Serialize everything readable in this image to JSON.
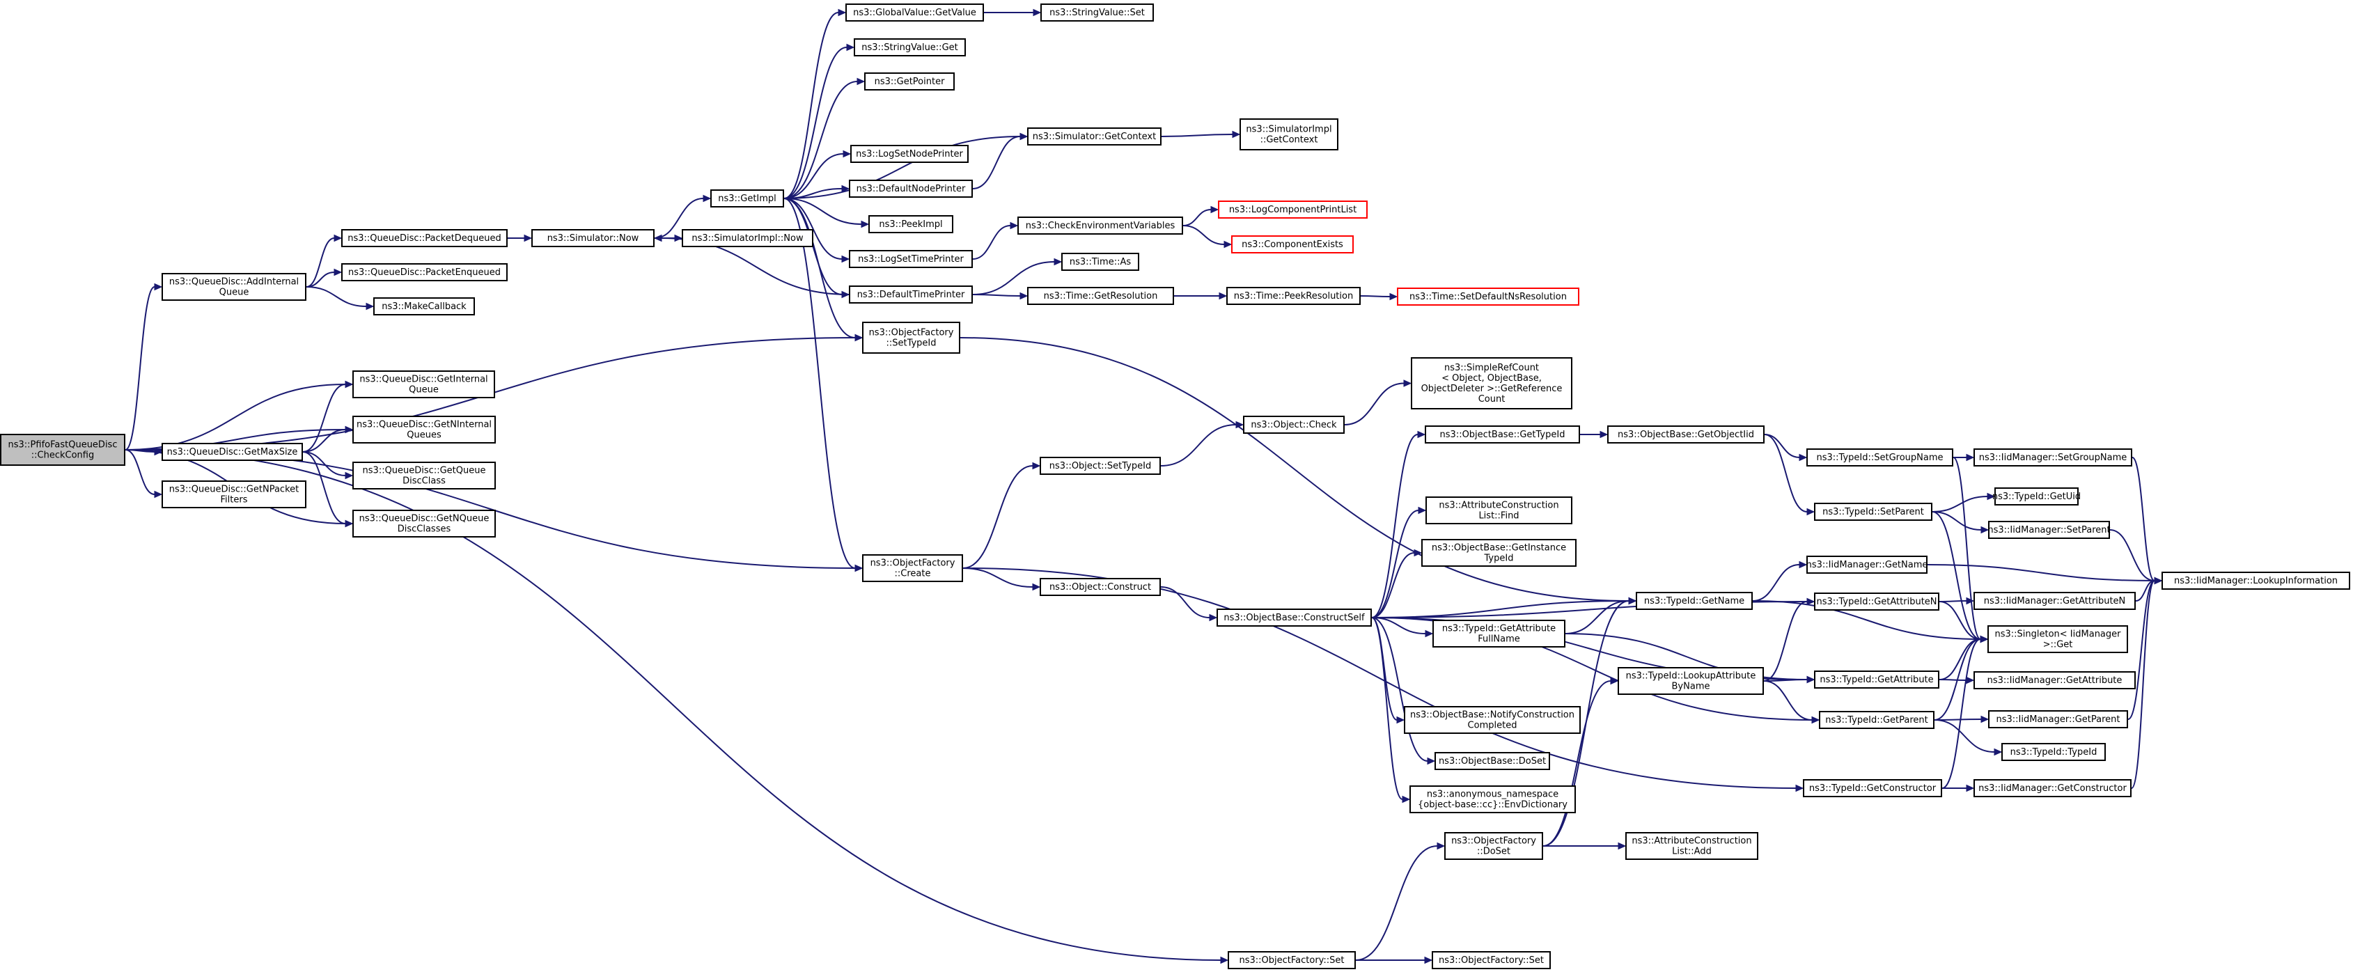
{
  "diagram": {
    "edge_color": "#191970",
    "node_border_color": "#000000",
    "missing_node_border_color": "#ff0000",
    "root_fill_color": "#bfbfbf",
    "nodes": [
      {
        "id": "n0",
        "lines": [
          "ns3::PfifoFastQueueDisc",
          "::CheckConfig"
        ],
        "style": "root"
      },
      {
        "id": "n1",
        "lines": [
          "ns3::QueueDisc::AddInternal",
          "Queue"
        ]
      },
      {
        "id": "n2",
        "lines": [
          "ns3::QueueDisc::PacketDequeued"
        ]
      },
      {
        "id": "n3",
        "lines": [
          "ns3::Simulator::Now"
        ]
      },
      {
        "id": "n4",
        "lines": [
          "ns3::GetImpl"
        ]
      },
      {
        "id": "n5",
        "lines": [
          "ns3::GlobalValue::GetValue"
        ]
      },
      {
        "id": "n6",
        "lines": [
          "ns3::StringValue::Set"
        ]
      },
      {
        "id": "n7",
        "lines": [
          "ns3::StringValue::Get"
        ]
      },
      {
        "id": "n8",
        "lines": [
          "ns3::GetPointer"
        ]
      },
      {
        "id": "n9",
        "lines": [
          "ns3::Simulator::GetContext"
        ]
      },
      {
        "id": "n10",
        "lines": [
          "ns3::SimulatorImpl",
          "::GetContext"
        ]
      },
      {
        "id": "n11",
        "lines": [
          "ns3::LogSetNodePrinter"
        ]
      },
      {
        "id": "n12",
        "lines": [
          "ns3::DefaultNodePrinter"
        ]
      },
      {
        "id": "n13",
        "lines": [
          "ns3::PeekImpl"
        ]
      },
      {
        "id": "n14",
        "lines": [
          "ns3::LogSetTimePrinter"
        ]
      },
      {
        "id": "n15",
        "lines": [
          "ns3::CheckEnvironmentVariables"
        ]
      },
      {
        "id": "n16",
        "lines": [
          "ns3::LogComponentPrintList"
        ],
        "style": "red"
      },
      {
        "id": "n17",
        "lines": [
          "ns3::ComponentExists"
        ],
        "style": "red"
      },
      {
        "id": "n18",
        "lines": [
          "ns3::DefaultTimePrinter"
        ]
      },
      {
        "id": "n19",
        "lines": [
          "ns3::Time::As"
        ]
      },
      {
        "id": "n20",
        "lines": [
          "ns3::Time::GetResolution"
        ]
      },
      {
        "id": "n21",
        "lines": [
          "ns3::Time::PeekResolution"
        ]
      },
      {
        "id": "n22",
        "lines": [
          "ns3::Time::SetDefaultNsResolution"
        ],
        "style": "red"
      },
      {
        "id": "n23",
        "lines": [
          "ns3::ObjectFactory",
          "::SetTypeId"
        ]
      },
      {
        "id": "n24",
        "lines": [
          "ns3::SimulatorImpl::Now"
        ]
      },
      {
        "id": "n25",
        "lines": [
          "ns3::QueueDisc::PacketEnqueued"
        ]
      },
      {
        "id": "n26",
        "lines": [
          "ns3::MakeCallback"
        ]
      },
      {
        "id": "n27",
        "lines": [
          "ns3::QueueDisc::GetInternal",
          "Queue"
        ]
      },
      {
        "id": "n28",
        "lines": [
          "ns3::QueueDisc::GetNInternal",
          "Queues"
        ]
      },
      {
        "id": "n29",
        "lines": [
          "ns3::QueueDisc::GetMaxSize"
        ]
      },
      {
        "id": "n30",
        "lines": [
          "ns3::QueueDisc::GetQueue",
          "DiscClass"
        ]
      },
      {
        "id": "n31",
        "lines": [
          "ns3::QueueDisc::GetNQueue",
          "DiscClasses"
        ]
      },
      {
        "id": "n32",
        "lines": [
          "ns3::QueueDisc::GetNPacket",
          "Filters"
        ]
      },
      {
        "id": "n33",
        "lines": [
          "ns3::ObjectFactory",
          "::Create"
        ]
      },
      {
        "id": "n34",
        "lines": [
          "ns3::Object::SetTypeId"
        ]
      },
      {
        "id": "n35",
        "lines": [
          "ns3::Object::Check"
        ]
      },
      {
        "id": "n36",
        "lines": [
          "ns3::SimpleRefCount",
          "< Object, ObjectBase,",
          "ObjectDeleter >::GetReference",
          "Count"
        ]
      },
      {
        "id": "n37",
        "lines": [
          "ns3::Object::Construct"
        ]
      },
      {
        "id": "n38",
        "lines": [
          "ns3::ObjectBase::ConstructSelf"
        ]
      },
      {
        "id": "n39",
        "lines": [
          "ns3::ObjectBase::GetTypeId"
        ]
      },
      {
        "id": "n40",
        "lines": [
          "ns3::ObjectBase::GetObjectIid"
        ]
      },
      {
        "id": "n41",
        "lines": [
          "ns3::TypeId::SetGroupName"
        ]
      },
      {
        "id": "n42",
        "lines": [
          "ns3::IidManager::SetGroupName"
        ]
      },
      {
        "id": "n43",
        "lines": [
          "ns3::TypeId::SetParent"
        ]
      },
      {
        "id": "n44",
        "lines": [
          "ns3::TypeId::GetUid"
        ]
      },
      {
        "id": "n45",
        "lines": [
          "ns3::IidManager::SetParent"
        ]
      },
      {
        "id": "n46",
        "lines": [
          "ns3::IidManager::LookupInformation"
        ]
      },
      {
        "id": "n47",
        "lines": [
          "ns3::AttributeConstruction",
          "List::Find"
        ]
      },
      {
        "id": "n48",
        "lines": [
          "ns3::ObjectBase::GetInstance",
          "TypeId"
        ]
      },
      {
        "id": "n49",
        "lines": [
          "ns3::TypeId::GetName"
        ]
      },
      {
        "id": "n50",
        "lines": [
          "ns3::IidManager::GetName"
        ]
      },
      {
        "id": "n51",
        "lines": [
          "ns3::TypeId::GetAttributeN"
        ]
      },
      {
        "id": "n52",
        "lines": [
          "ns3::IidManager::GetAttributeN"
        ]
      },
      {
        "id": "n53",
        "lines": [
          "ns3::Singleton< IidManager",
          ">::Get"
        ]
      },
      {
        "id": "n54",
        "lines": [
          "ns3::TypeId::GetAttribute",
          "FullName"
        ]
      },
      {
        "id": "n55",
        "lines": [
          "ns3::TypeId::GetAttribute"
        ]
      },
      {
        "id": "n56",
        "lines": [
          "ns3::IidManager::GetAttribute"
        ]
      },
      {
        "id": "n57",
        "lines": [
          "ns3::TypeId::LookupAttribute",
          "ByName"
        ]
      },
      {
        "id": "n58",
        "lines": [
          "ns3::TypeId::GetParent"
        ]
      },
      {
        "id": "n59",
        "lines": [
          "ns3::IidManager::GetParent"
        ]
      },
      {
        "id": "n60",
        "lines": [
          "ns3::TypeId::TypeId"
        ]
      },
      {
        "id": "n61",
        "lines": [
          "ns3::ObjectBase::NotifyConstruction",
          "Completed"
        ]
      },
      {
        "id": "n62",
        "lines": [
          "ns3::ObjectBase::DoSet"
        ]
      },
      {
        "id": "n63",
        "lines": [
          "ns3::anonymous_namespace",
          "{object-base::cc}::EnvDictionary"
        ]
      },
      {
        "id": "n64",
        "lines": [
          "ns3::TypeId::GetConstructor"
        ]
      },
      {
        "id": "n65",
        "lines": [
          "ns3::IidManager::GetConstructor"
        ]
      },
      {
        "id": "n66",
        "lines": [
          "ns3::ObjectFactory",
          "::DoSet"
        ]
      },
      {
        "id": "n67",
        "lines": [
          "ns3::AttributeConstruction",
          "List::Add"
        ]
      },
      {
        "id": "n68",
        "lines": [
          "ns3::ObjectFactory::Set"
        ]
      },
      {
        "id": "n69",
        "lines": [
          "ns3::ObjectFactory::Set"
        ]
      }
    ],
    "edges": [
      [
        "n0",
        "n1"
      ],
      [
        "n0",
        "n23"
      ],
      [
        "n0",
        "n27"
      ],
      [
        "n0",
        "n28"
      ],
      [
        "n0",
        "n29"
      ],
      [
        "n0",
        "n32"
      ],
      [
        "n0",
        "n31"
      ],
      [
        "n0",
        "n33"
      ],
      [
        "n0",
        "n68"
      ],
      [
        "n1",
        "n2"
      ],
      [
        "n1",
        "n25"
      ],
      [
        "n1",
        "n26"
      ],
      [
        "n2",
        "n3"
      ],
      [
        "n3",
        "n4"
      ],
      [
        "n3",
        "n24"
      ],
      [
        "n4",
        "n5"
      ],
      [
        "n4",
        "n7"
      ],
      [
        "n4",
        "n8"
      ],
      [
        "n4",
        "n9"
      ],
      [
        "n4",
        "n11"
      ],
      [
        "n4",
        "n12"
      ],
      [
        "n4",
        "n13"
      ],
      [
        "n4",
        "n14"
      ],
      [
        "n4",
        "n18"
      ],
      [
        "n4",
        "n23"
      ],
      [
        "n4",
        "n33"
      ],
      [
        "n5",
        "n6"
      ],
      [
        "n9",
        "n10"
      ],
      [
        "n12",
        "n9"
      ],
      [
        "n14",
        "n15"
      ],
      [
        "n15",
        "n16"
      ],
      [
        "n15",
        "n17"
      ],
      [
        "n18",
        "n3"
      ],
      [
        "n18",
        "n19"
      ],
      [
        "n18",
        "n20"
      ],
      [
        "n20",
        "n21"
      ],
      [
        "n21",
        "n22"
      ],
      [
        "n23",
        "n49"
      ],
      [
        "n29",
        "n27"
      ],
      [
        "n29",
        "n28"
      ],
      [
        "n29",
        "n30"
      ],
      [
        "n29",
        "n31"
      ],
      [
        "n33",
        "n34"
      ],
      [
        "n33",
        "n37"
      ],
      [
        "n33",
        "n64"
      ],
      [
        "n34",
        "n35"
      ],
      [
        "n35",
        "n36"
      ],
      [
        "n37",
        "n38"
      ],
      [
        "n38",
        "n39"
      ],
      [
        "n38",
        "n47"
      ],
      [
        "n38",
        "n48"
      ],
      [
        "n38",
        "n49"
      ],
      [
        "n38",
        "n51"
      ],
      [
        "n38",
        "n54"
      ],
      [
        "n38",
        "n55"
      ],
      [
        "n38",
        "n61"
      ],
      [
        "n38",
        "n62"
      ],
      [
        "n38",
        "n63"
      ],
      [
        "n38",
        "n58"
      ],
      [
        "n39",
        "n40"
      ],
      [
        "n40",
        "n41"
      ],
      [
        "n40",
        "n43"
      ],
      [
        "n41",
        "n42"
      ],
      [
        "n41",
        "n53"
      ],
      [
        "n42",
        "n46"
      ],
      [
        "n43",
        "n44"
      ],
      [
        "n43",
        "n45"
      ],
      [
        "n43",
        "n53"
      ],
      [
        "n45",
        "n46"
      ],
      [
        "n49",
        "n50"
      ],
      [
        "n49",
        "n53"
      ],
      [
        "n50",
        "n46"
      ],
      [
        "n51",
        "n52"
      ],
      [
        "n51",
        "n53"
      ],
      [
        "n52",
        "n46"
      ],
      [
        "n54",
        "n49"
      ],
      [
        "n54",
        "n55"
      ],
      [
        "n55",
        "n53"
      ],
      [
        "n55",
        "n56"
      ],
      [
        "n57",
        "n51"
      ],
      [
        "n57",
        "n55"
      ],
      [
        "n57",
        "n58"
      ],
      [
        "n58",
        "n53"
      ],
      [
        "n58",
        "n59"
      ],
      [
        "n58",
        "n60"
      ],
      [
        "n59",
        "n46"
      ],
      [
        "n64",
        "n53"
      ],
      [
        "n64",
        "n65"
      ],
      [
        "n65",
        "n46"
      ],
      [
        "n66",
        "n49"
      ],
      [
        "n66",
        "n57"
      ],
      [
        "n66",
        "n67"
      ],
      [
        "n68",
        "n66"
      ],
      [
        "n68",
        "n69"
      ]
    ]
  }
}
